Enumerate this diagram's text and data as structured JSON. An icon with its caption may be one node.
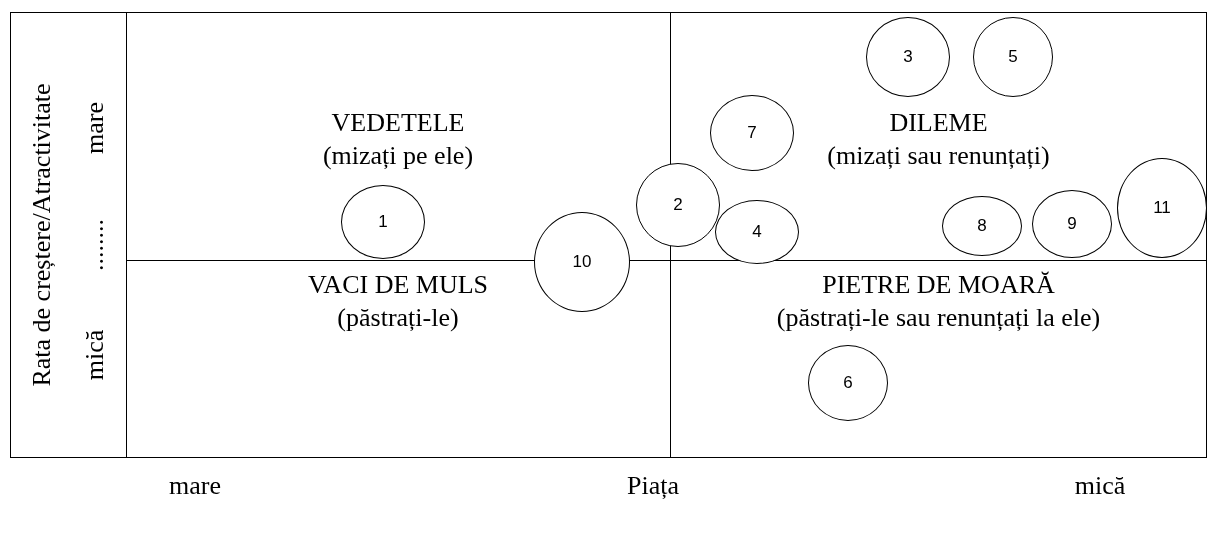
{
  "diagram": {
    "nodes": [
      {
        "text": [
          "VEDETELE",
          "(mizați pe ele)"
        ]
      },
      {
        "text": [
          "DILEME",
          "(mizați sau renunțați)"
        ]
      },
      {
        "text": [
          "VACI DE MULS",
          "(păstrați-le)"
        ]
      },
      {
        "text": [
          "PIETRE DE MOARĂ",
          "(păstrați-le sau renunțați la ele)"
        ]
      },
      {
        "text": [
          "1"
        ]
      },
      {
        "text": [
          "2"
        ]
      },
      {
        "text": [
          "3"
        ]
      },
      {
        "text": [
          "4"
        ]
      },
      {
        "text": [
          "5"
        ]
      },
      {
        "text": [
          "6"
        ]
      },
      {
        "text": [
          "7"
        ]
      },
      {
        "text": [
          "8"
        ]
      },
      {
        "text": [
          "9"
        ]
      },
      {
        "text": [
          "10"
        ]
      },
      {
        "text": [
          "11"
        ]
      }
    ],
    "edges": [],
    "labels": [
      "Rata de creștere/Atractivitate",
      "mare",
      "........",
      "mică",
      "mare",
      "Piața",
      "mică"
    ]
  }
}
